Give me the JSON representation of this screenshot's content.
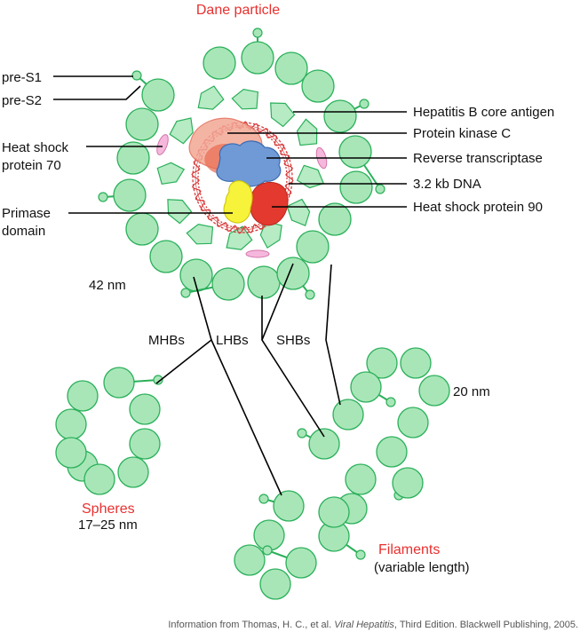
{
  "colors": {
    "green_fill": "#a8e6b8",
    "green_stroke": "#2bb05a",
    "red_label": "#e8302f",
    "dna": "#d63a3a",
    "polymerase": "#6f9ad6",
    "hsp90": "#e3392e",
    "primase": "#f7f23a",
    "pkc": "#f3a795",
    "hsp70": "#f5b8dc"
  },
  "labels": {
    "dane_particle": "Dane particle",
    "pre_s1": "pre-S1",
    "pre_s2": "pre-S2",
    "hsp70_line1": "Heat shock",
    "hsp70_line2": "protein 70",
    "primase_line1": "Primase",
    "primase_line2": "domain",
    "size_42": "42 nm",
    "core_antigen": "Hepatitis B core antigen",
    "pkc": "Protein kinase C",
    "rt": "Reverse transcriptase",
    "dna": "3.2 kb DNA",
    "hsp90": "Heat shock protein 90",
    "mhbs": "MHBs",
    "lhbs": "LHBs",
    "shbs": "SHBs",
    "size_20": "20 nm",
    "spheres": "Spheres",
    "spheres_size": "17–25 nm",
    "filaments": "Filaments",
    "filaments_size": "(variable length)"
  },
  "credit": {
    "before": "Information from Thomas, H. C., et al. ",
    "title": "Viral Hepatitis",
    "after": ", Third Edition. Blackwell Publishing, 2005."
  }
}
